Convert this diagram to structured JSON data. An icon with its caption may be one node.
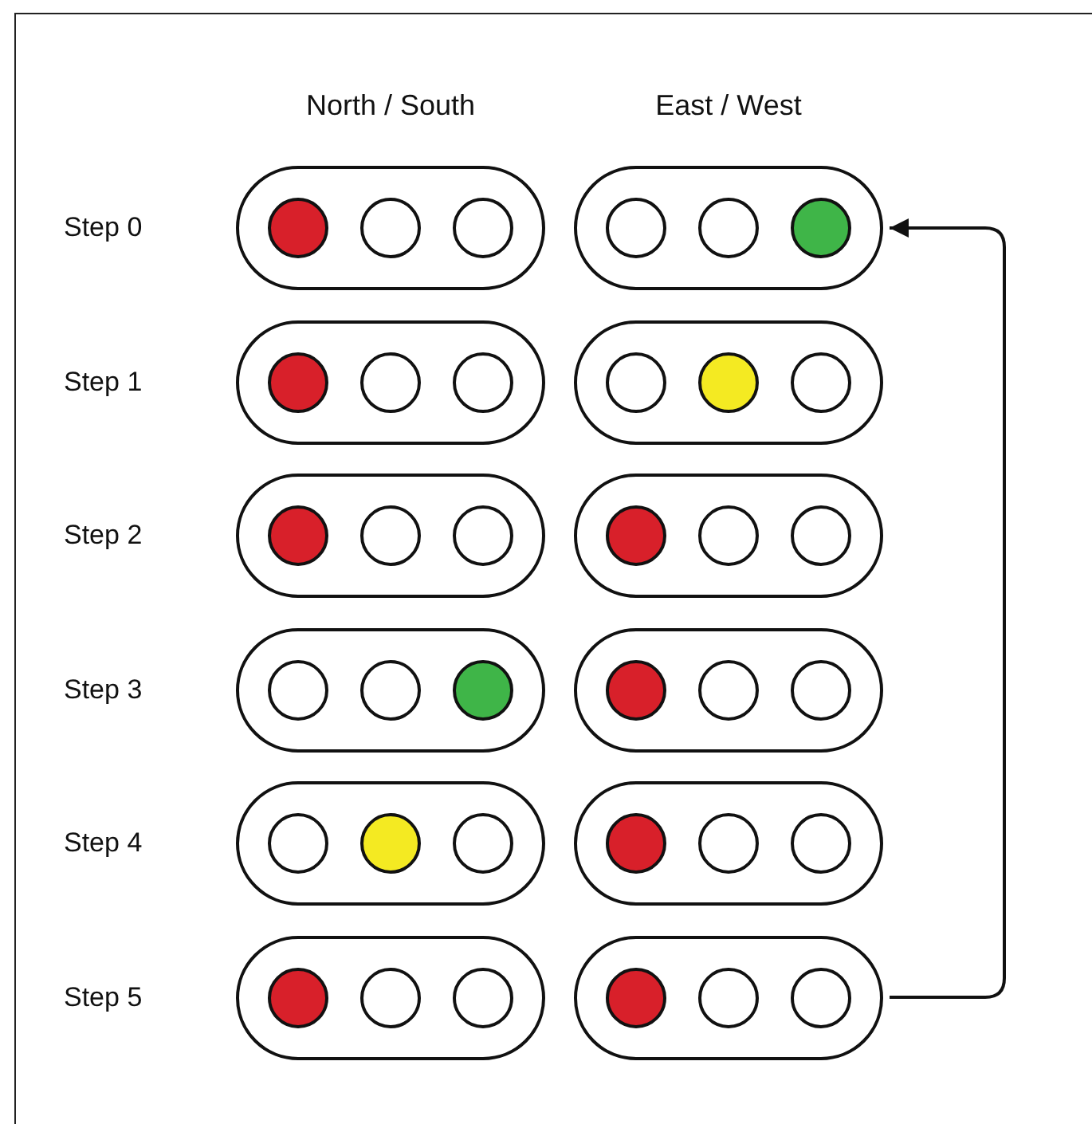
{
  "diagram": {
    "nodes": [
      {
        "text": [],
        "shape": "box"
      },
      {
        "text": [],
        "shape": "box"
      },
      {
        "text": [],
        "shape": "box"
      },
      {
        "text": [],
        "shape": "box"
      },
      {
        "text": [],
        "shape": "box"
      },
      {
        "text": [],
        "shape": "box"
      },
      {
        "text": [],
        "shape": "box"
      },
      {
        "text": [],
        "shape": "box"
      },
      {
        "text": [],
        "shape": "box"
      },
      {
        "text": [],
        "shape": "box"
      },
      {
        "text": [],
        "shape": "box"
      },
      {
        "text": [],
        "shape": "box"
      }
    ],
    "edges": [
      {
        "from": 11,
        "to": 1,
        "arrow": "to"
      }
    ],
    "labels": [
      "North / South",
      "East / West",
      "Step 0",
      "Step 1",
      "Step 2",
      "Step 3",
      "Step 4",
      "Step 5"
    ]
  }
}
